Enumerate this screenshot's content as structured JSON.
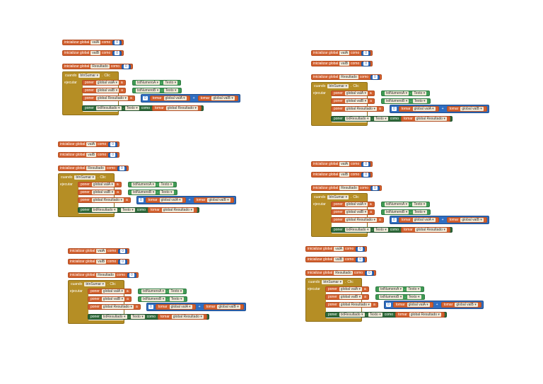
{
  "blocks": {
    "init_kw": "inicializar global",
    "como_kw": "como",
    "var_a": "valA",
    "var_b": "valB",
    "var_r": "Resultado",
    "zero": "0",
    "cuando_kw": "cuando",
    "event_btn": "btnSumar",
    "event_name": "Clic",
    "ejecutar_kw": "ejecutar",
    "poner_kw": "poner",
    "a_kw": "a",
    "global_a": "global valA",
    "global_b": "global valB",
    "global_r": "global Resultado",
    "txt_a": "txtNumeroA",
    "txt_b": "txtNumeroB",
    "txt_r": "txtResultado",
    "texto": "Texto",
    "tomar_kw": "tomar",
    "plus": "+",
    "dot": "."
  },
  "colors": {
    "variable_block": "#d3602e",
    "math_block": "#2f6dc0",
    "component_block": "#3f9a55",
    "set_component_block": "#2e6a3a",
    "event_block": "#b58e25"
  }
}
